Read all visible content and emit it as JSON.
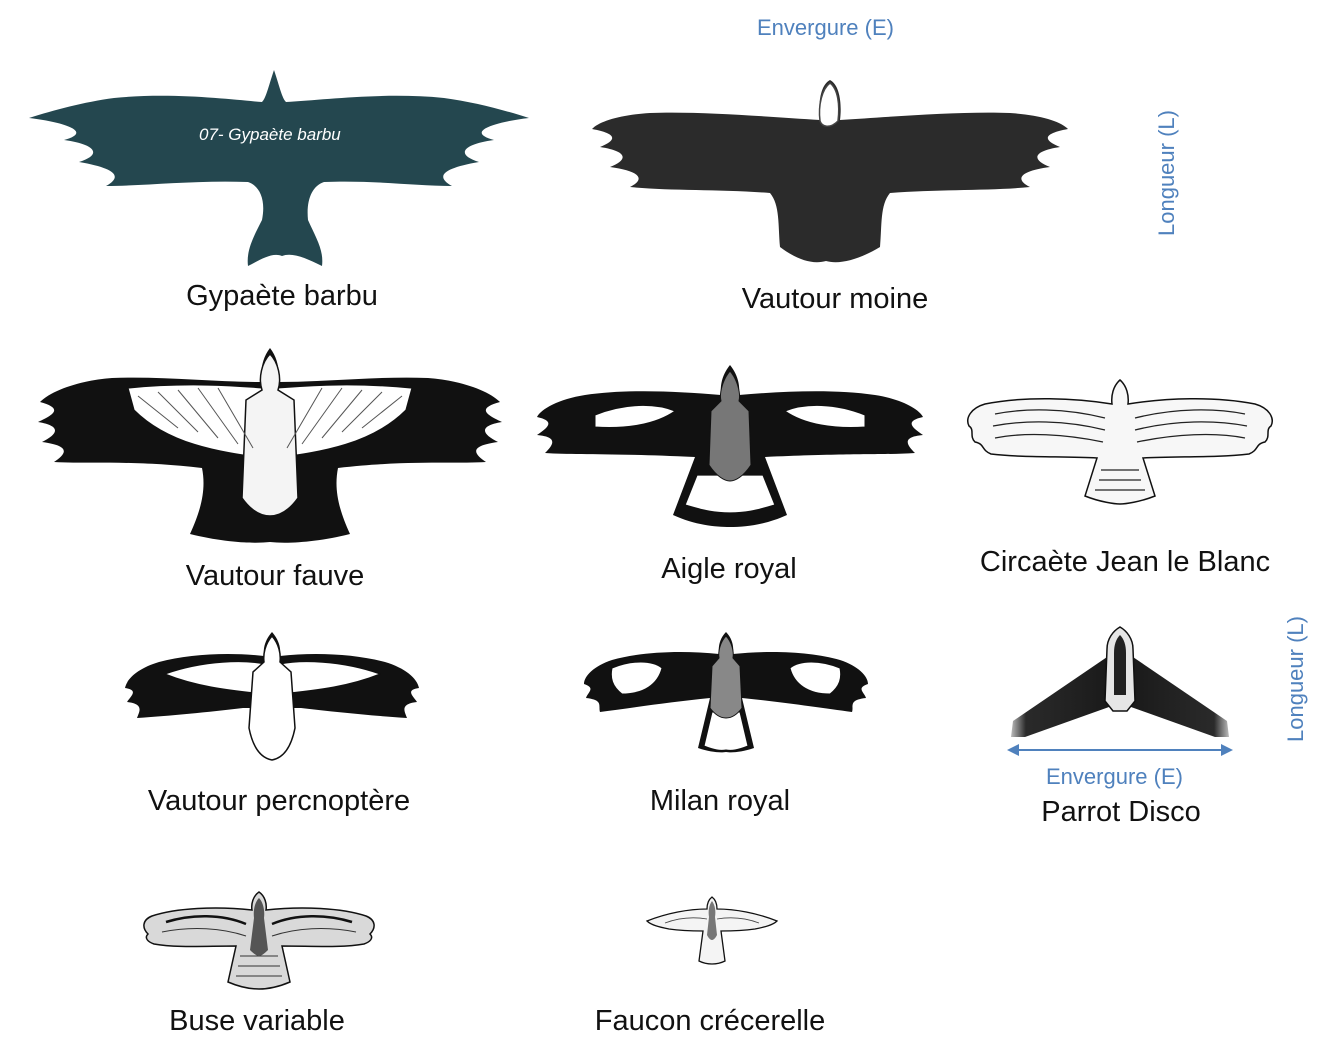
{
  "annotations": {
    "top_envergure": "Envergure (E)",
    "top_longueur": "Longueur (L)",
    "drone_longueur": "Longueur (L)",
    "drone_envergure": "Envergure (E)",
    "color": "#4f81bd"
  },
  "silhouette_text": "07- Gypaète barbu",
  "birds": [
    {
      "name": "Gypaète barbu",
      "style": "teal-silhouette",
      "color": "#24474f"
    },
    {
      "name": "Vautour moine",
      "style": "black-silhouette"
    },
    {
      "name": "Vautour fauve",
      "style": "black-white-drawing"
    },
    {
      "name": "Aigle royal",
      "style": "black-white-drawing"
    },
    {
      "name": "Circaète Jean le Blanc",
      "style": "barred-drawing"
    },
    {
      "name": "Vautour percnoptère",
      "style": "black-white-drawing"
    },
    {
      "name": "Milan royal",
      "style": "black-white-drawing"
    },
    {
      "name": "Parrot Disco",
      "style": "drone-photo"
    },
    {
      "name": "Buse variable",
      "style": "barred-drawing"
    },
    {
      "name": "Faucon crécerelle",
      "style": "small-drawing"
    }
  ]
}
